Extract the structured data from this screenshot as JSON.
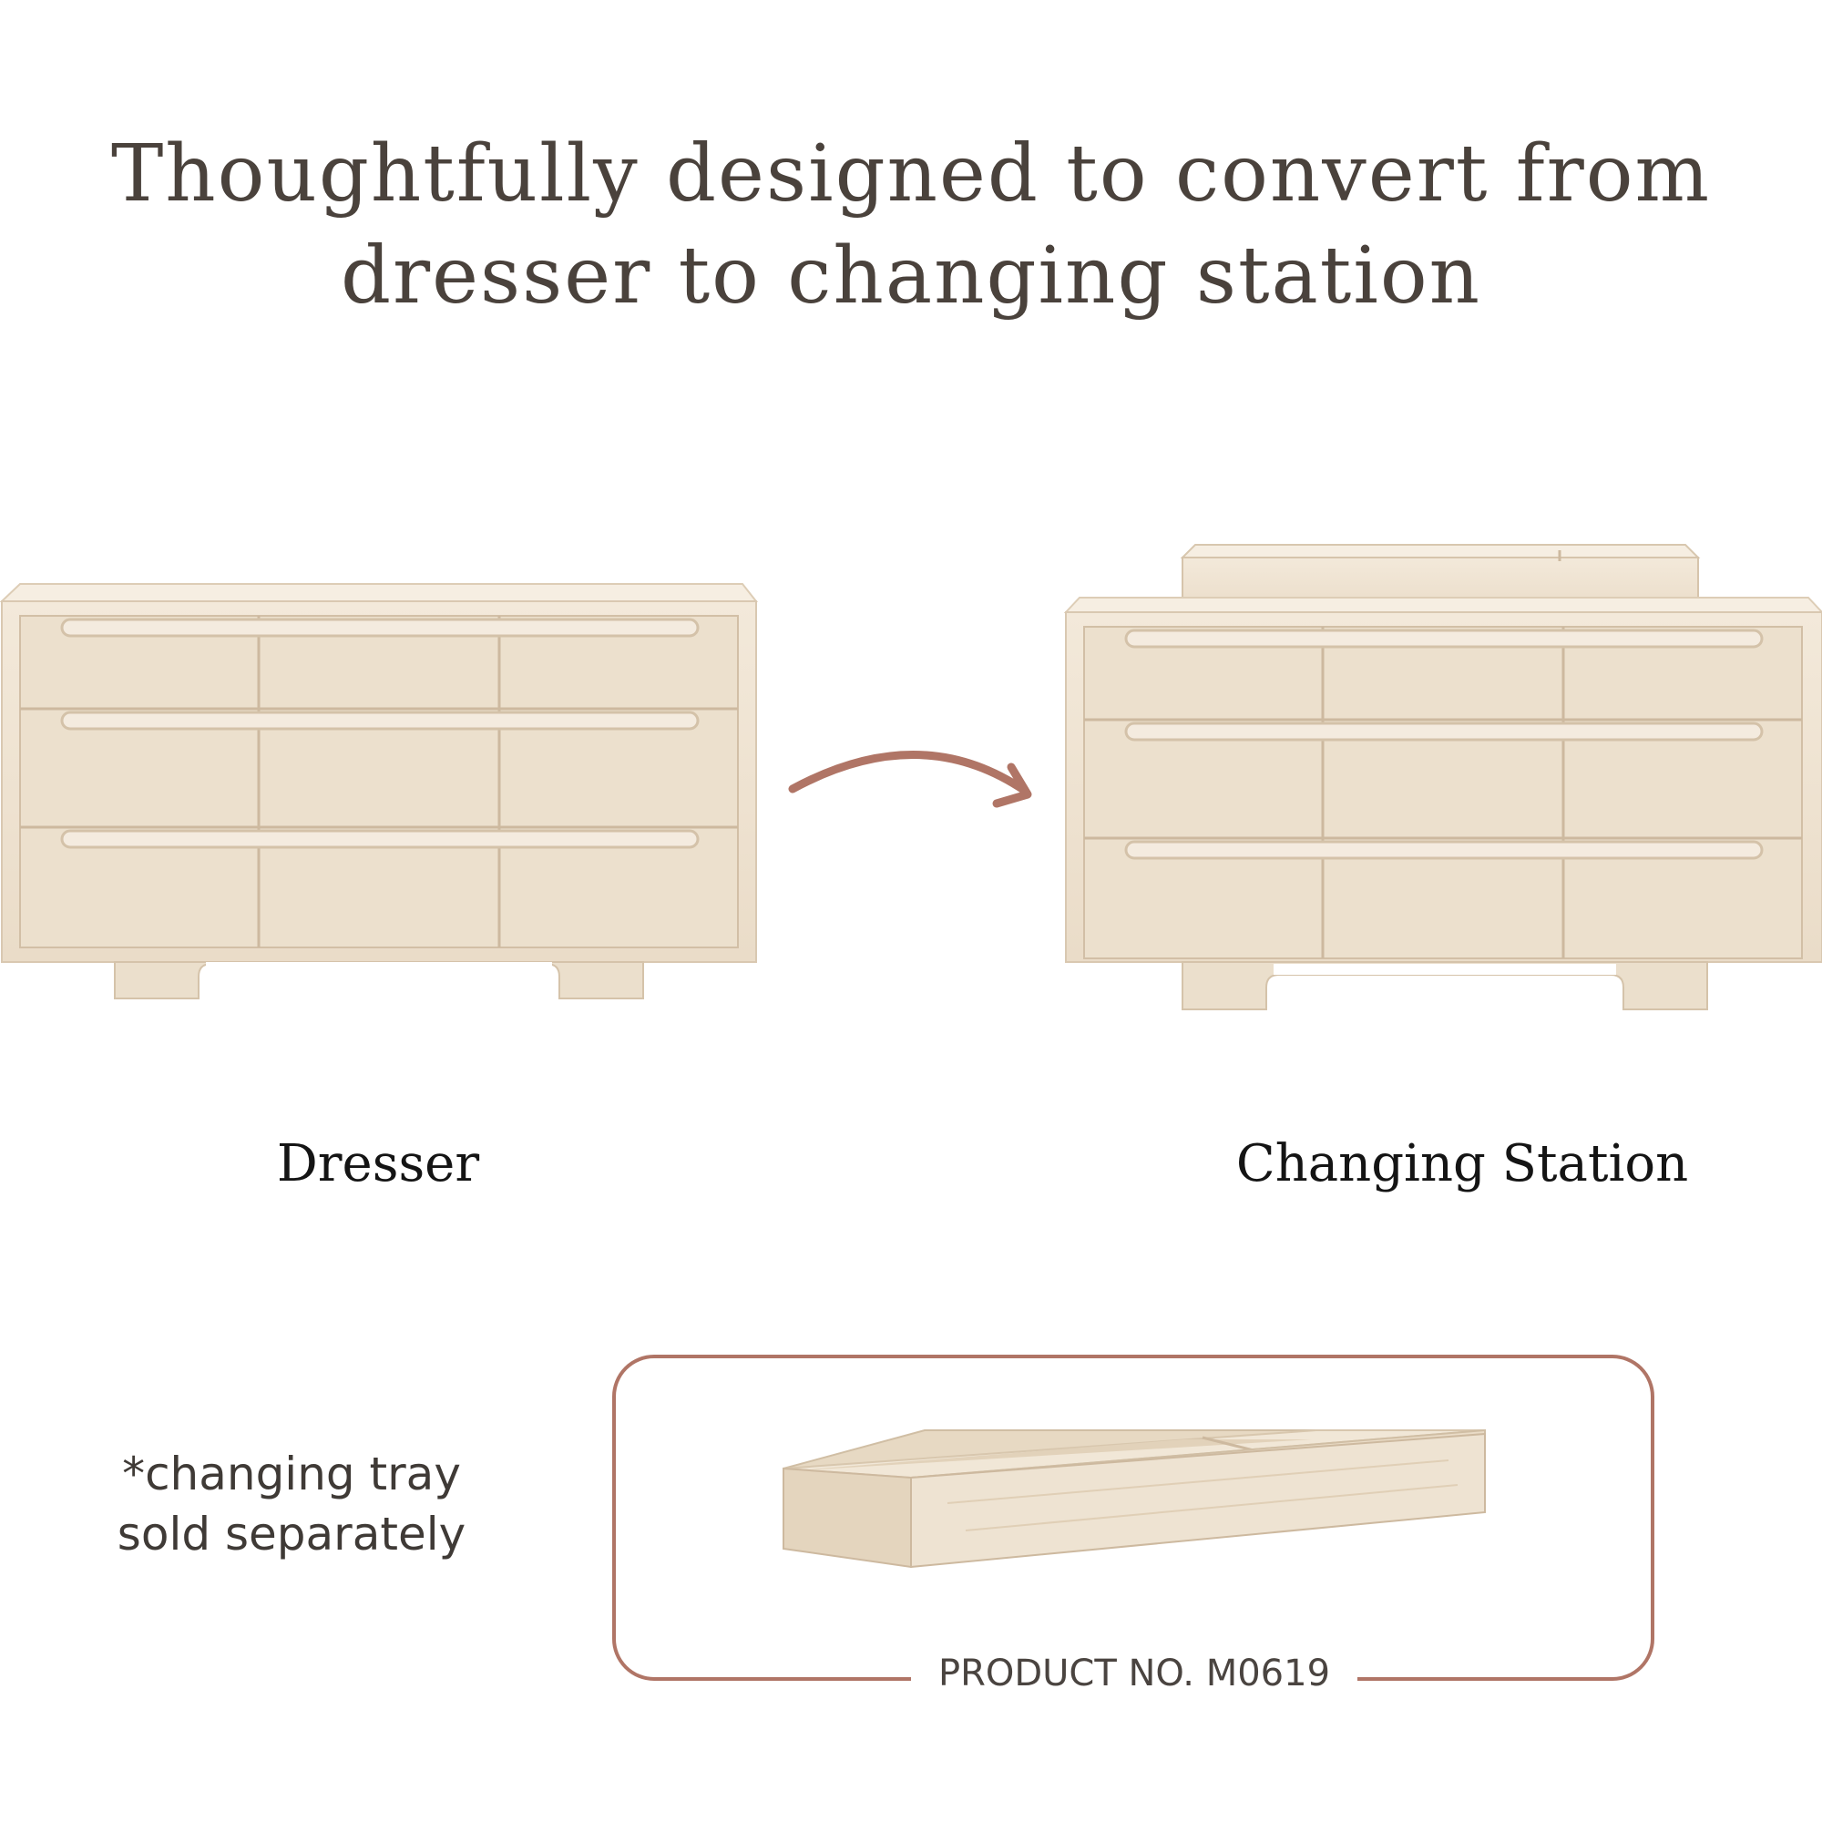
{
  "headline": {
    "line1": "Thoughtfully designed to convert from",
    "line2": "dresser to changing station"
  },
  "labels": {
    "dresser": "Dresser",
    "changing_station": "Changing Station"
  },
  "note": {
    "line1": "*changing tray",
    "line2": "sold separately"
  },
  "product": {
    "number": "PRODUCT NO. M0619"
  },
  "colors": {
    "accent": "#b07566",
    "wood": "#efe4d3",
    "text": "#4a423c"
  }
}
